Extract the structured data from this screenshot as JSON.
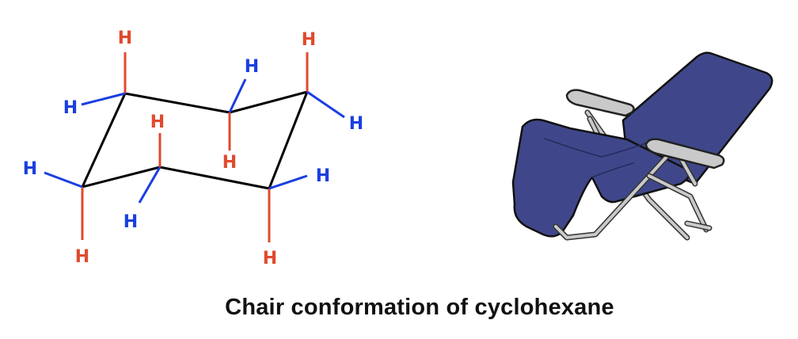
{
  "caption": "Chair conformation of cyclohexane",
  "atom_label": "H",
  "colors": {
    "axial": "#e04a2e",
    "equatorial": "#1a3fe0",
    "bond": "#000000",
    "chair_fabric": "#3f478a",
    "chair_frame": "#c9c9c9"
  },
  "icons": [
    "chair-conformation-molecule",
    "folding-lounge-chair-icon"
  ]
}
